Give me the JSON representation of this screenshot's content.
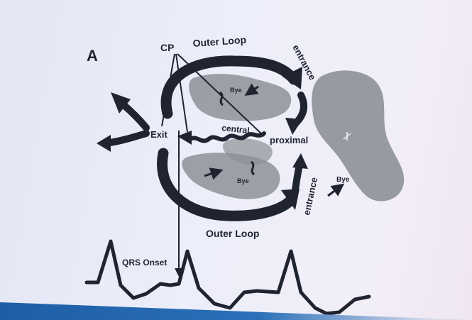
{
  "panel_letter": "A",
  "labels": {
    "cp": "CP",
    "outer_loop_top": "Outer Loop",
    "outer_loop_bottom": "Outer Loop",
    "entrance_top": "entrance",
    "entrance_bottom": "entrance",
    "exit": "Exit",
    "central": "central",
    "proximal": "proximal",
    "bye_top": "Bye",
    "bye_bottom": "Bye",
    "bye_right": "Bye",
    "qrs_onset": "QRS Onset"
  },
  "colors": {
    "ink": "#1f2430",
    "scar": "#8d9096",
    "background": "#e8eaf6",
    "band": "#2a6bb3"
  }
}
